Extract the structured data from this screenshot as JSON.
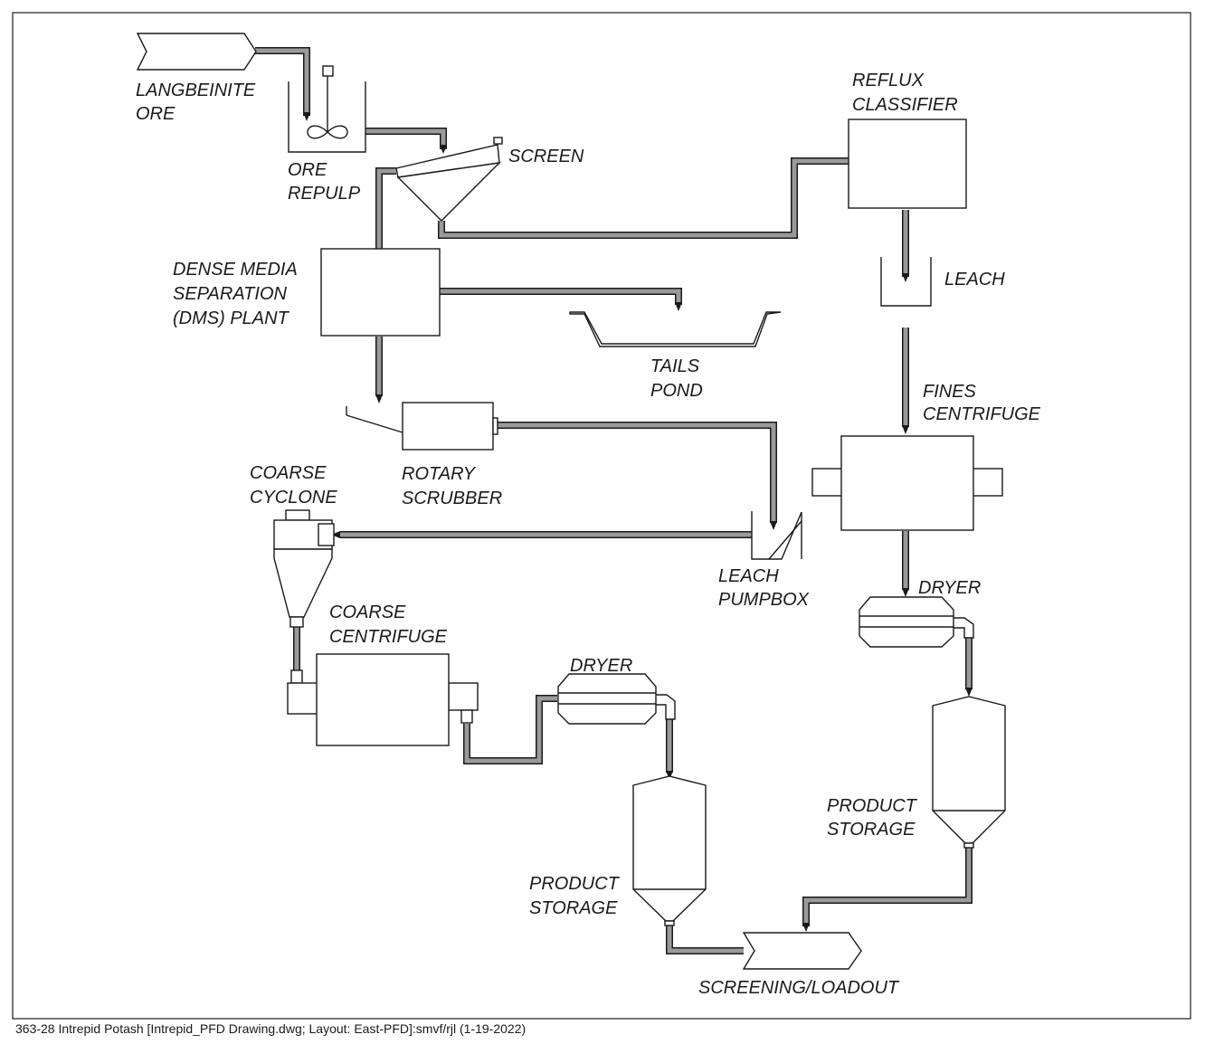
{
  "labels": {
    "langbeinite_ore": [
      "LANGBEINITE",
      "ORE"
    ],
    "ore_repulp": [
      "ORE",
      "REPULP"
    ],
    "screen": [
      "SCREEN"
    ],
    "reflux_classifier": [
      "REFLUX",
      "CLASSIFIER"
    ],
    "dms_plant": [
      "DENSE MEDIA",
      "SEPARATION",
      "(DMS) PLANT"
    ],
    "leach": [
      "LEACH"
    ],
    "tails_pond": [
      "TAILS",
      "POND"
    ],
    "fines_centrifuge": [
      "FINES",
      "CENTRIFUGE"
    ],
    "rotary_scrubber": [
      "ROTARY",
      "SCRUBBER"
    ],
    "coarse_cyclone": [
      "COARSE",
      "CYCLONE"
    ],
    "leach_pumpbox": [
      "LEACH",
      "PUMPBOX"
    ],
    "dryer_right": [
      "DRYER"
    ],
    "coarse_centrifuge": [
      "COARSE",
      "CENTRIFUGE"
    ],
    "dryer_left": [
      "DRYER"
    ],
    "product_storage_right": [
      "PRODUCT",
      "STORAGE"
    ],
    "product_storage_left": [
      "PRODUCT",
      "STORAGE"
    ],
    "screening_loadout": [
      "SCREENING/LOADOUT"
    ]
  },
  "footer": "363-28 Intrepid Potash [Intrepid_PFD Drawing.dwg; Layout: East-PFD]:smvf/rjl (1-19-2022)"
}
